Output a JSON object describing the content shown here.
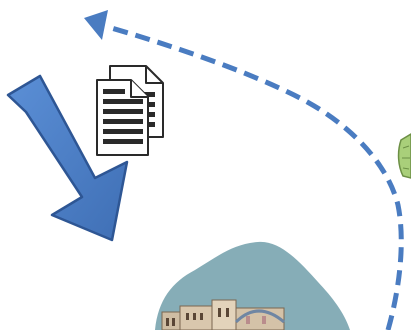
{
  "diagram": {
    "elements": [
      {
        "id": "blue-arrow",
        "kind": "block-arrow",
        "points_to": "bottom-right",
        "color": "#4a7cc1",
        "outline": "#2e5694"
      },
      {
        "id": "documents-icon",
        "kind": "icon",
        "icon": "documents-icon",
        "color": "#2a2a2a"
      },
      {
        "id": "dashed-return-arrow",
        "kind": "curved-dashed-arrow",
        "points_to": "top-left",
        "color": "#4a7cc1"
      },
      {
        "id": "terrain-blob",
        "kind": "shape",
        "color": "#86adb7"
      },
      {
        "id": "building-illustration",
        "kind": "image",
        "icon": "building-icon",
        "color": "#d9c7ad"
      },
      {
        "id": "green-item-partial",
        "kind": "image",
        "icon": "green-object-icon",
        "color": "#a9cf7a"
      }
    ]
  }
}
